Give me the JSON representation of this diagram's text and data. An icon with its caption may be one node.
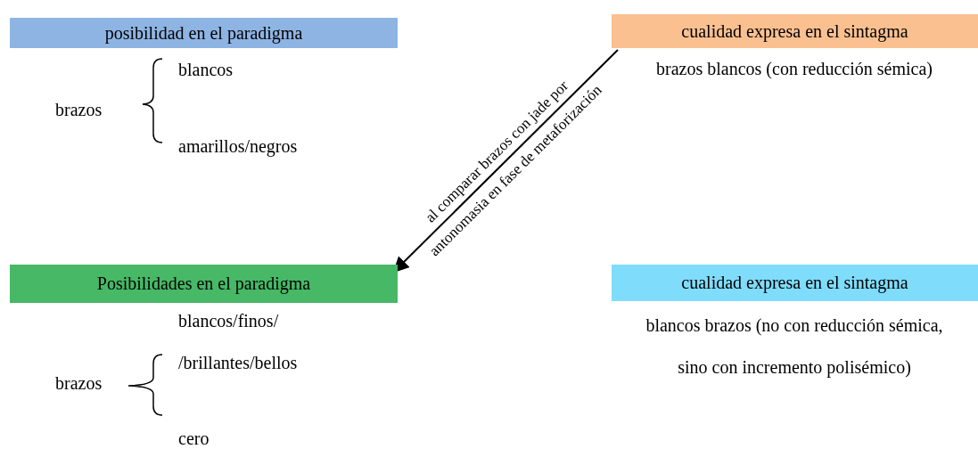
{
  "diagram": {
    "nodes": [
      {
        "text": [
          "posibilidad en el paradigma"
        ]
      },
      {
        "text": [
          "cualidad expresa en el sintagma"
        ],
        "beside": [
          "brazos blancos (con reducción sémica)"
        ]
      },
      {
        "text": [
          "Posibilidades en el paradigma"
        ]
      },
      {
        "text": [
          "cualidad expresa en el sintagma"
        ],
        "beside": [
          "blancos brazos (no con reducción sémica, sino con incremento polisémico)"
        ]
      }
    ],
    "edges": [
      {
        "from": 1,
        "to": 2,
        "arrow": "to",
        "label": "al comparar brazos con jade por antonomasia en fase de metaforización"
      }
    ],
    "labels": [
      "blancos",
      "brazos",
      "amarillos/negros",
      "blancos/finos/",
      "/brillantes/bellos",
      "brazos",
      "cero"
    ]
  }
}
